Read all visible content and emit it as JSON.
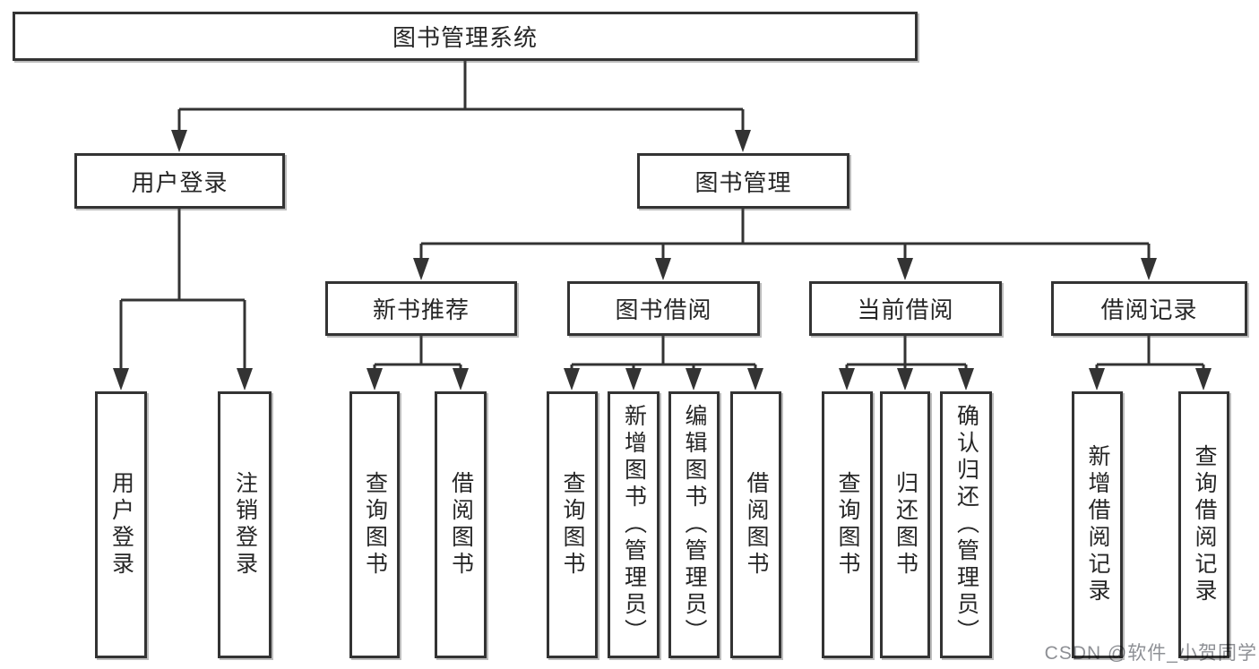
{
  "tree": {
    "root": {
      "label": "图书管理系统"
    },
    "children": [
      {
        "label": "用户登录",
        "children": [
          {
            "label": "用户登录"
          },
          {
            "label": "注销登录"
          }
        ]
      },
      {
        "label": "图书管理",
        "children": [
          {
            "label": "新书推荐",
            "children": [
              {
                "label": "查询图书"
              },
              {
                "label": "借阅图书"
              }
            ]
          },
          {
            "label": "图书借阅",
            "children": [
              {
                "label": "查询图书"
              },
              {
                "label": "新增图书（管理员）"
              },
              {
                "label": "编辑图书（管理员）"
              },
              {
                "label": "借阅图书"
              }
            ]
          },
          {
            "label": "当前借阅",
            "children": [
              {
                "label": "查询图书"
              },
              {
                "label": "归还图书"
              },
              {
                "label": "确认归还（管理员）"
              }
            ]
          },
          {
            "label": "借阅记录",
            "children": [
              {
                "label": "新增借阅记录"
              },
              {
                "label": "查询借阅记录"
              }
            ]
          }
        ]
      }
    ]
  },
  "watermark": {
    "text": "CSDN @软件_小贺同学"
  },
  "colors": {
    "line": "#333333",
    "box_border": "#333333",
    "text": "#262626",
    "watermark_text": "#8e9095",
    "background": "#ffffff"
  }
}
